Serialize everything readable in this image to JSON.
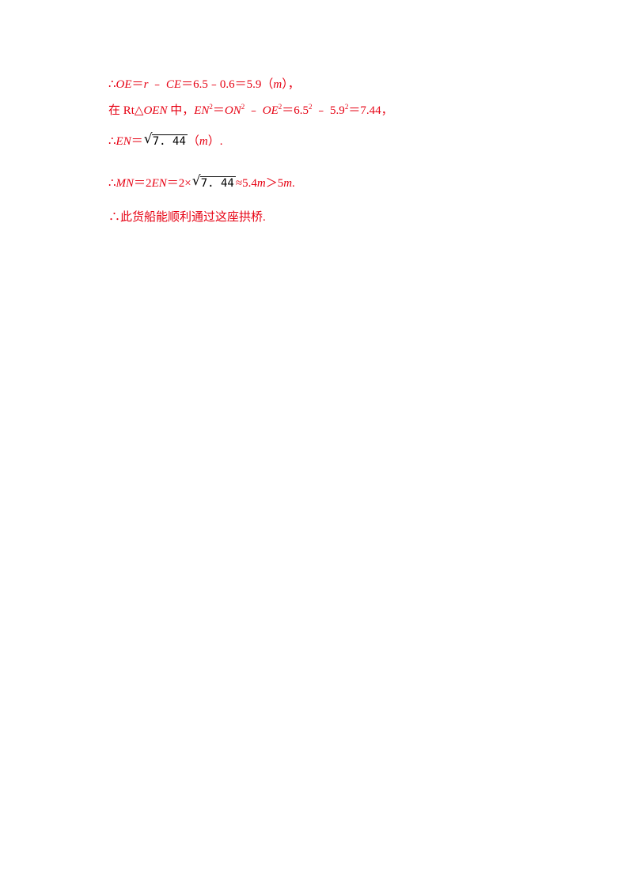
{
  "solution": {
    "line1": {
      "therefore": "∴",
      "oe": "OE",
      "eq1": "＝",
      "r": "r",
      "minus1": " ﹣ ",
      "ce": "CE",
      "calc": "＝6.5﹣0.6＝5.9（",
      "unit": "m",
      "end": "），"
    },
    "line2": {
      "prefix": "在 Rt△",
      "triangle": "OEN",
      "zhong": " 中，",
      "en": "EN",
      "sq1": "2",
      "eq": "＝",
      "on": "ON",
      "sq2": "2",
      "minus": " ﹣ ",
      "oe": "OE",
      "sq3": "2",
      "v1": "＝6.5",
      "sq4": "2",
      "v2": " ﹣ 5.9",
      "sq5": "2",
      "v3": "＝7.44，"
    },
    "line3": {
      "therefore": "∴",
      "en": "EN",
      "eq": "＝",
      "radicand": "7. 44",
      "open": "（",
      "unit": "m",
      "close": "）."
    },
    "line4": {
      "therefore": "∴",
      "mn": "MN",
      "eq1": "＝2",
      "en": "EN",
      "eq2": "＝2×",
      "radicand": "7. 44",
      "approx": "≈5.4",
      "m1": "m",
      "gt": "＞5",
      "m2": "m",
      "end": "."
    },
    "line5": {
      "text": "∴此货船能顺利通过这座拱桥."
    }
  }
}
